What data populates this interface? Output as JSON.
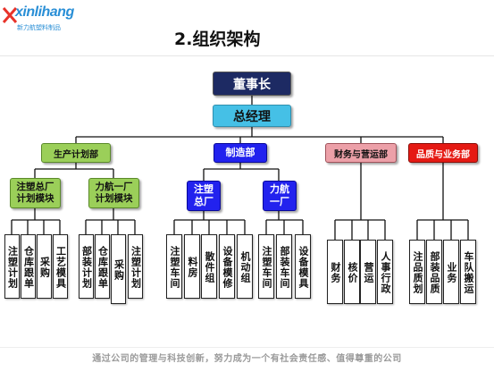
{
  "logo": {
    "name": "xinlihang",
    "subtitle": "新力航塑料制品"
  },
  "title": "2.组织架构",
  "footer": "通过公司的管理与科技创新，努力成为一个有社会责任感、值得尊重的公司",
  "org": {
    "chairman": "董事长",
    "gm": "总经理",
    "departments": [
      {
        "label": "生产计划部",
        "color": "#9bcf59"
      },
      {
        "label": "制造部",
        "color": "#2222ee"
      },
      {
        "label": "财务与营运部",
        "color": "#eca0a8"
      },
      {
        "label": "品质与业务部",
        "color": "#e51a14"
      }
    ],
    "modules": [
      {
        "label": "注塑总厂计划模块"
      },
      {
        "label": "力航一厂计划模块"
      },
      {
        "label": "注塑总厂"
      },
      {
        "label": "力航一厂"
      }
    ],
    "leaves": [
      [
        "注塑计划",
        "仓库跟单",
        "采购",
        "工艺模具"
      ],
      [
        "部装计划",
        "仓库跟单",
        "采购",
        "注塑计划"
      ],
      [
        "注塑车间",
        "料房",
        "散件组",
        "设备模修",
        "机动组"
      ],
      [
        "注塑车间",
        "部装车间",
        "设备模具"
      ],
      [
        "财务",
        "核价",
        "营运",
        "人事行政"
      ],
      [
        "注品质划",
        "部装品质",
        "业务",
        "车队搬运"
      ]
    ]
  }
}
